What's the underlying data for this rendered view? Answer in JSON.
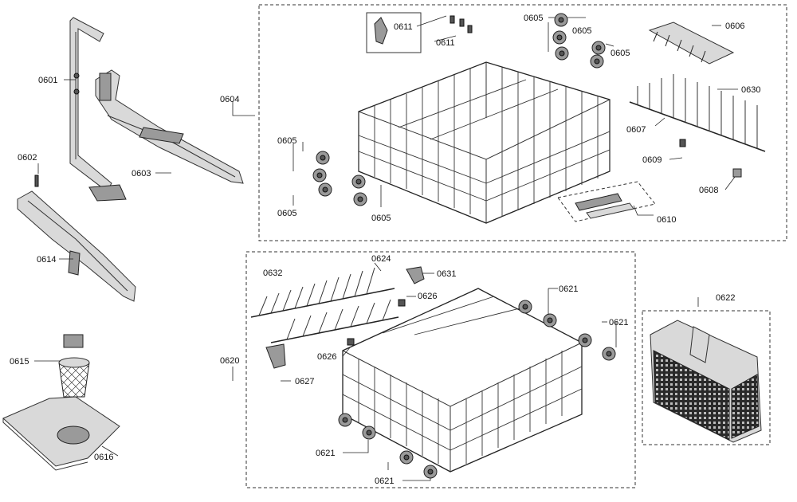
{
  "diagram": {
    "labels": {
      "l0601": "0601",
      "l0602": "0602",
      "l0603": "0603",
      "l0604": "0604",
      "l0605a": "0605",
      "l0605b": "0605",
      "l0605c": "0605",
      "l0605d": "0605",
      "l0605e": "0605",
      "l0605f": "0605",
      "l0606": "0606",
      "l0607": "0607",
      "l0608": "0608",
      "l0609": "0609",
      "l0610": "0610",
      "l0611a": "0611",
      "l0611b": "0611",
      "l0614": "0614",
      "l0615": "0615",
      "l0616": "0616",
      "l0620": "0620",
      "l0621a": "0621",
      "l0621b": "0621",
      "l0621c": "0621",
      "l0621d": "0621",
      "l0622": "0622",
      "l0624": "0624",
      "l0626a": "0626",
      "l0626b": "0626",
      "l0627": "0627",
      "l0630": "0630",
      "l0631": "0631",
      "l0632": "0632"
    }
  }
}
